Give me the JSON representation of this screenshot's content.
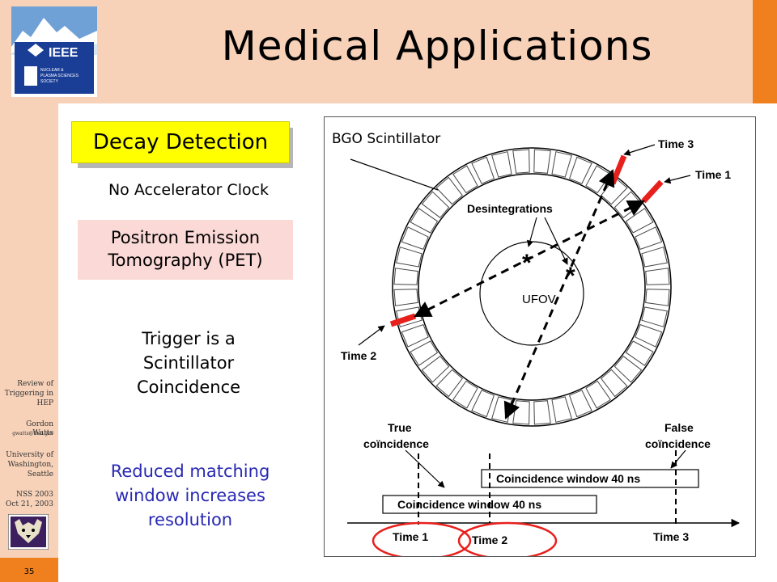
{
  "slide": {
    "title": "Medical Applications",
    "page_number": "35",
    "side_meta": {
      "line1": "Review of",
      "line2": "Triggering in",
      "line3": "HEP",
      "author": "Gordon Watts",
      "email": "gwatts@fnal.gov",
      "inst1": "University of",
      "inst2": "Washington,",
      "inst3": "Seattle",
      "conf": "NSS 2003",
      "date": "Oct 21, 2003"
    }
  },
  "left_panel": {
    "decay_label": "Decay Detection",
    "no_clock": "No Accelerator Clock",
    "pet_line1": "Positron Emission",
    "pet_line2": "Tomography (PET)",
    "trigger_line1": "Trigger is a",
    "trigger_line2": "Scintillator",
    "trigger_line3": "Coincidence",
    "reduced_line1": "Reduced matching",
    "reduced_line2": "window increases",
    "reduced_line3": "resolution"
  },
  "diagram": {
    "bgo_label": "BGO Scintillator",
    "time3_top": "Time 3",
    "time1_top": "Time 1",
    "time2_left": "Time 2",
    "desintegrations": "Desintegrations",
    "ufov": "UFOV",
    "star": "*",
    "true_coinc1": "True",
    "true_coinc2": "coïncidence",
    "false_coinc1": "False",
    "false_coinc2": "coïncidence",
    "window_label": "Coincidence window 40 ns",
    "axis_time1": "Time 1",
    "axis_time2": "Time 2",
    "axis_time3": "Time 3"
  },
  "colors": {
    "accent_peach": "#f7d2b9",
    "accent_orange": "#f0801e",
    "decay_yellow": "#ffff00",
    "pet_pink": "#fad9d6",
    "reduced_blue": "#2828b4",
    "crystal_red": "#e8201c"
  }
}
